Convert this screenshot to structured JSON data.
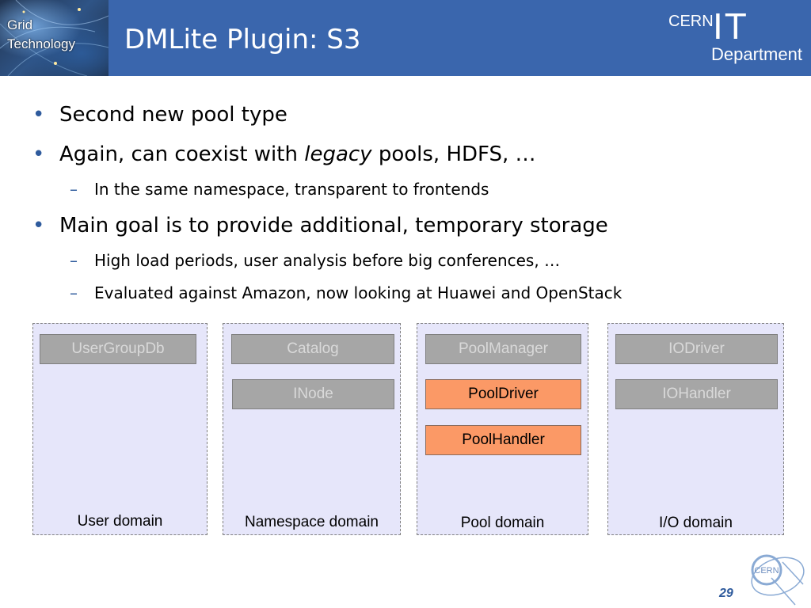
{
  "header": {
    "logo_line1": "Grid",
    "logo_line2": "Technology",
    "title": "DMLite Plugin: S3",
    "cern": "CERN",
    "it": "IT",
    "department": "Department"
  },
  "bullets": [
    {
      "level": 1,
      "parts": [
        "Second new pool type"
      ]
    },
    {
      "level": 1,
      "pre": "Again, can coexist with ",
      "em": "legacy",
      "post": " pools, HDFS, …"
    },
    {
      "level": 2,
      "text": "In the same namespace, transparent to frontends"
    },
    {
      "level": 1,
      "text": "Main goal is to provide additional, temporary storage"
    },
    {
      "level": 2,
      "text": "High load periods, user analysis before big conferences, …"
    },
    {
      "level": 2,
      "text": "Evaluated against Amazon, now looking at Huawei and OpenStack"
    }
  ],
  "bullet_symbol": "•",
  "dash_symbol": "–",
  "diagram": {
    "domains": [
      {
        "label": "User domain",
        "boxes": [
          "UserGroupDb"
        ]
      },
      {
        "label": "Namespace domain",
        "boxes": [
          "Catalog",
          "INode"
        ]
      },
      {
        "label": "Pool domain",
        "boxes": [
          "PoolManager",
          "PoolDriver",
          "PoolHandler"
        ],
        "highlighted": [
          "PoolDriver",
          "PoolHandler"
        ]
      },
      {
        "label": "I/O domain",
        "boxes": [
          "IODriver",
          "IOHandler"
        ]
      }
    ],
    "colors": {
      "domain_fill": "#e6e6fa",
      "box_gray": "#a6a6a6",
      "box_highlight": "#fb9966",
      "header": "#3a66ad"
    }
  },
  "footer": {
    "seal_text": "CERN",
    "page_number": "29"
  }
}
